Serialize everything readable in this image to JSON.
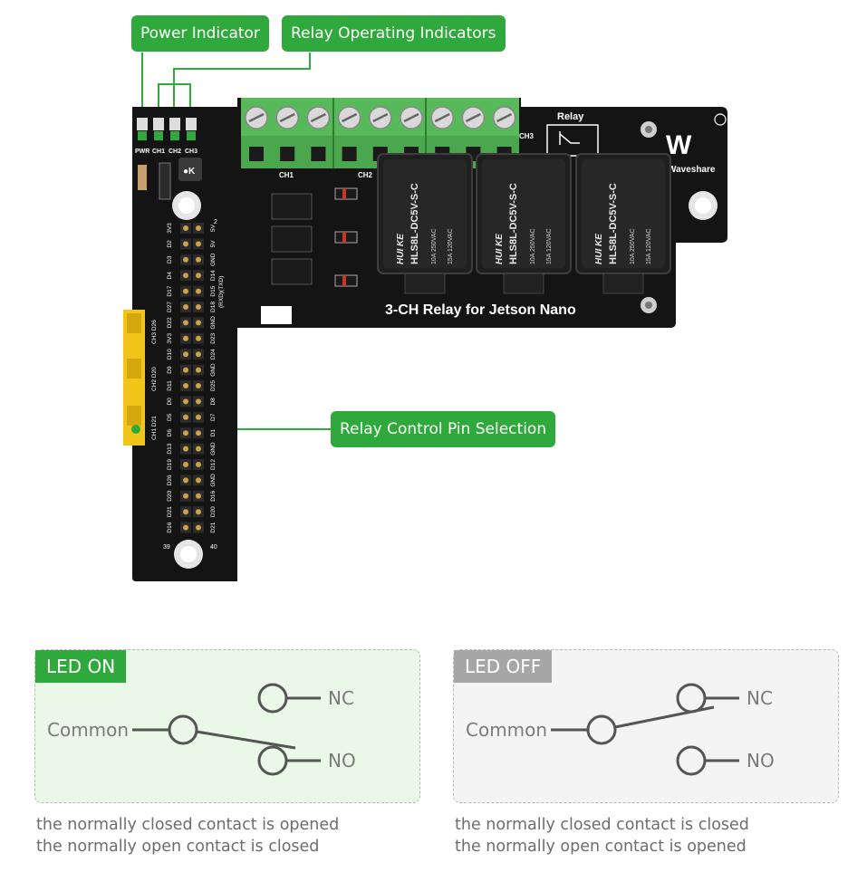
{
  "callouts": {
    "power": "Power Indicator",
    "relay_ops": "Relay Operating Indicators",
    "pin_select": "Relay Control Pin Selection"
  },
  "board": {
    "led_labels": [
      "PWR",
      "CH1",
      "CH2",
      "CH3"
    ],
    "channel_labels": [
      "CH1",
      "CH2",
      "CH3"
    ],
    "relay_symbol_label": "Relay",
    "brand": "Waveshare",
    "brand_mark": "W",
    "title": "3-CH Relay for Jetson Nano",
    "relay_model": "HLS8L-DC5V-S-C",
    "relay_brand": "HUI KE",
    "relay_rating_1": "10A 250VAC",
    "relay_rating_2": "15A 120VAC",
    "button_label": "●K",
    "header_pin_first": "39",
    "header_pin_last": "40",
    "header_pin_top": "2",
    "pin_labels_left": [
      "D16",
      "D21",
      "D20",
      "D26",
      "D19",
      "D13",
      "D6",
      "D5",
      "D0",
      "D11",
      "D9",
      "D10",
      "3V3",
      "D22",
      "D27",
      "D17",
      "D4",
      "D3",
      "D2",
      "3V3"
    ],
    "pin_labels_right": [
      "5V",
      "5V",
      "GND",
      "D14",
      "D15",
      "D18",
      "GND",
      "D23",
      "D24",
      "GND",
      "D25",
      "D8",
      "D7",
      "D1",
      "GND",
      "D12",
      "GND",
      "D16",
      "D20",
      "D21"
    ],
    "jumper_labels": [
      "CH3 D26",
      "CH2 D20",
      "CH1 D21"
    ],
    "uart_label": "(RXD)(TXD)"
  },
  "panels": {
    "on": {
      "tag": "LED ON",
      "common": "Common",
      "nc": "NC",
      "no": "NO",
      "caption_1": "the normally closed contact is opened",
      "caption_2": "the normally open contact is closed"
    },
    "off": {
      "tag": "LED OFF",
      "common": "Common",
      "nc": "NC",
      "no": "NO",
      "caption_1": "the normally closed contact is closed",
      "caption_2": "the normally open contact is opened"
    }
  },
  "colors": {
    "accent_green": "#2fa83c",
    "pcb_black": "#151515",
    "terminal_green": "#58b95a",
    "jumper_yellow": "#f0c419",
    "on_panel_bg": "#e9f8e7",
    "off_panel_bg": "#f4f4f4",
    "off_tag_gray": "#a6a6a6"
  }
}
